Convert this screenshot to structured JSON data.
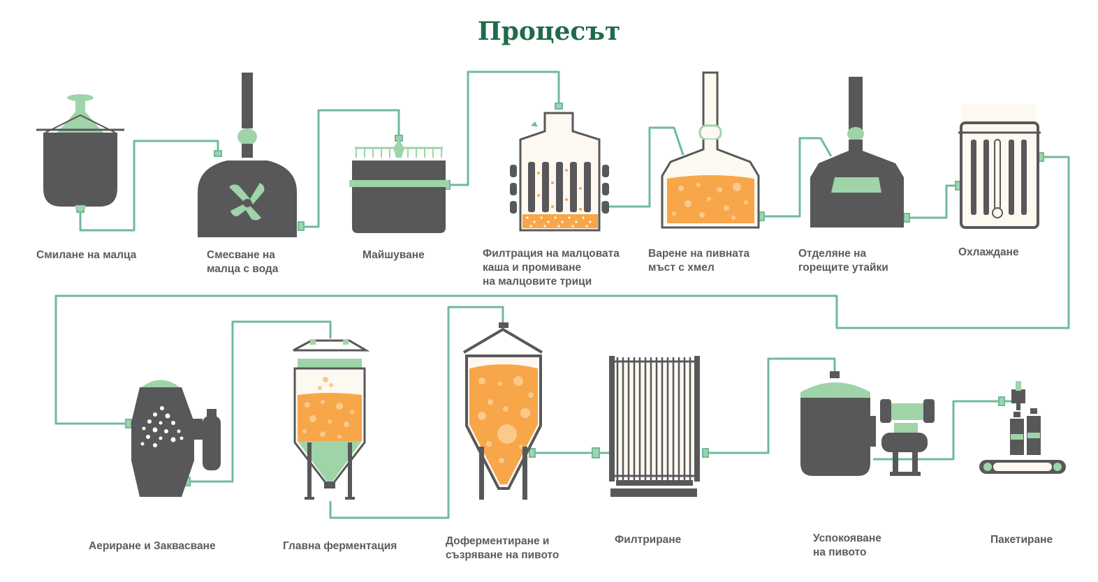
{
  "title": "Процесът",
  "colors": {
    "title": "#1f6b4a",
    "machine": "#58585a",
    "accent": "#9ed4a8",
    "pipe": "#6fb9a0",
    "liquid": "#f7a64a",
    "label": "#5b5b5b"
  },
  "steps": [
    {
      "id": "milling",
      "icon": "malt-mill-icon",
      "lines": [
        "Смилане на малца"
      ]
    },
    {
      "id": "mixing",
      "icon": "mash-mixer-icon",
      "lines": [
        "Смесване на",
        "малца с вода"
      ]
    },
    {
      "id": "mashing",
      "icon": "mash-tun-icon",
      "lines": [
        "Майшуване"
      ]
    },
    {
      "id": "lautering",
      "icon": "lauter-tun-icon",
      "lines": [
        "Филтрация на малцовата",
        "каша и промиване",
        "на малцовите трици"
      ]
    },
    {
      "id": "boiling",
      "icon": "brew-kettle-icon",
      "lines": [
        "Варене на пивната",
        "мъст с хмел"
      ]
    },
    {
      "id": "whirlpool",
      "icon": "whirlpool-icon",
      "lines": [
        "Отделяне на",
        "горещите утайки"
      ]
    },
    {
      "id": "cooling",
      "icon": "cooler-icon",
      "lines": [
        "Охлаждане"
      ]
    },
    {
      "id": "aeration",
      "icon": "aeration-tank-icon",
      "lines": [
        "Аериране и Заквасване"
      ]
    },
    {
      "id": "fermentation",
      "icon": "fermentation-tank-icon",
      "lines": [
        "Главна ферментация"
      ]
    },
    {
      "id": "maturation",
      "icon": "maturation-tank-icon",
      "lines": [
        "Доферментиране и",
        "съзряване на пивото"
      ]
    },
    {
      "id": "filtration",
      "icon": "filter-press-icon",
      "lines": [
        "Филтриране"
      ]
    },
    {
      "id": "stabilization",
      "icon": "bright-tank-icon",
      "lines": [
        "Успокояване",
        "на пивото"
      ]
    },
    {
      "id": "packaging",
      "icon": "bottling-line-icon",
      "lines": [
        "Пакетиране"
      ]
    }
  ]
}
